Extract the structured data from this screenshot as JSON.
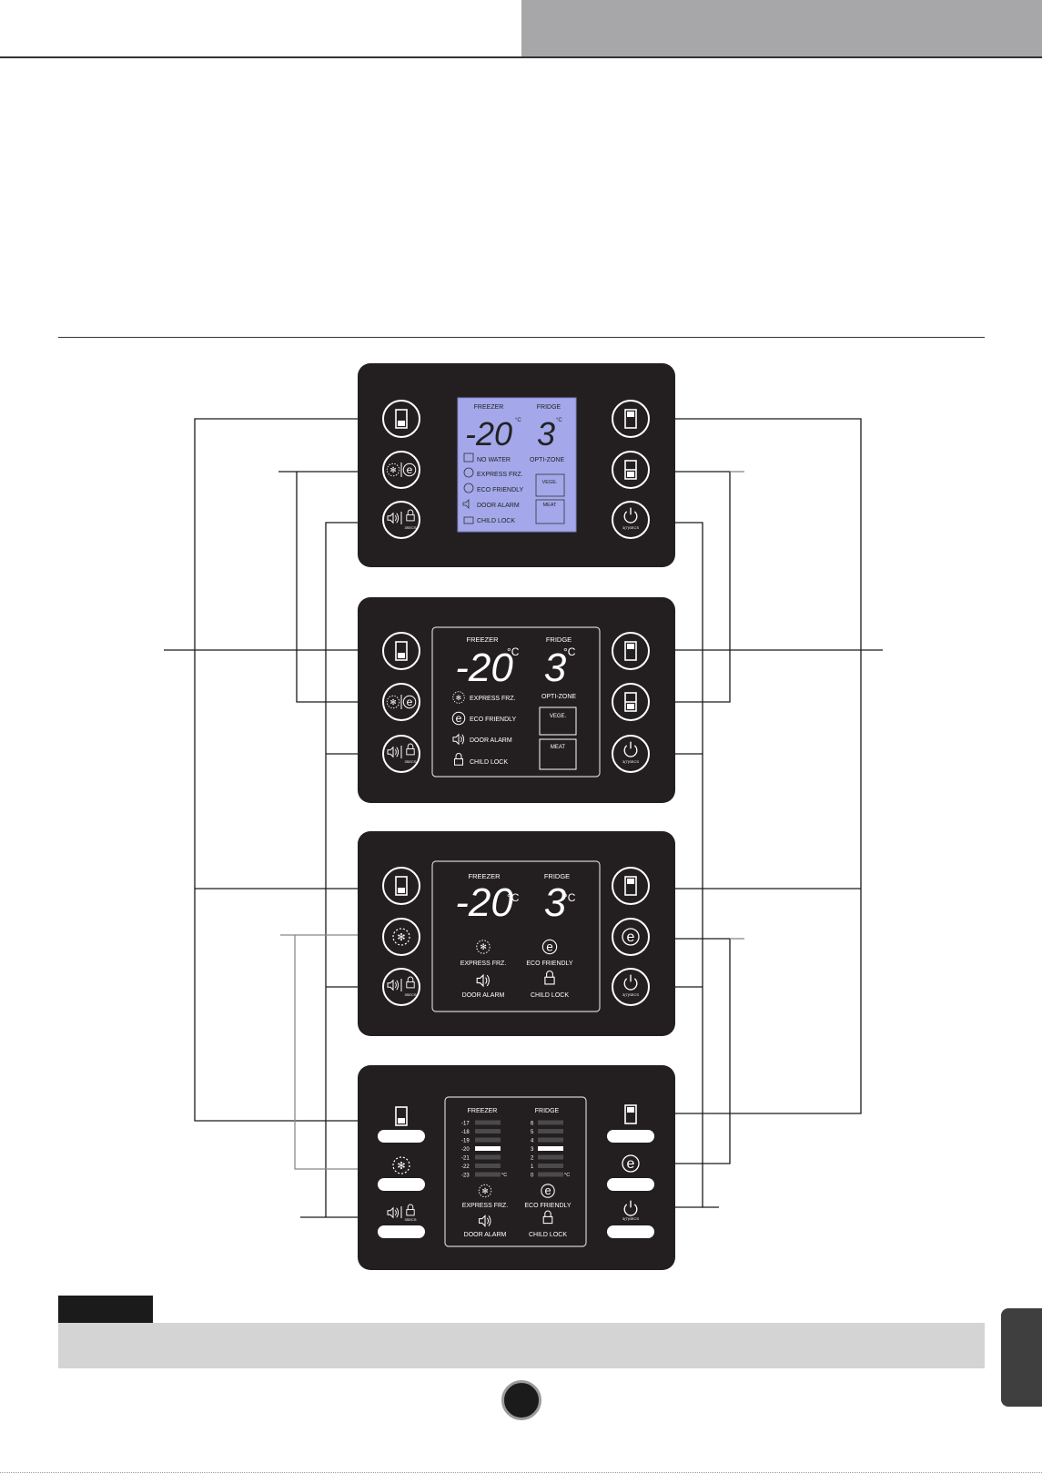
{
  "colors": {
    "panel": "#231f20",
    "lcd_blue": "#a4a8ea",
    "lcd_dark_border": "#d0d0d0",
    "header_grey": "#a7a7a9",
    "note_bar": "#d4d4d4"
  },
  "panel1": {
    "freezer_label": "FREEZER",
    "fridge_label": "FRIDGE",
    "freezer_temp": "-20",
    "fridge_temp": "3",
    "unit": "°C",
    "no_water": "NO WATER",
    "express_frz": "EXPRESS FRZ.",
    "eco_friendly": "ECO FRIENDLY",
    "door_alarm": "DOOR ALARM",
    "child_lock": "CHILD LOCK",
    "opti_zone": "OPTI-ZONE",
    "vege": "VEGE.",
    "meat": "MEAT",
    "lock_secs": "3SECS",
    "power_secs": "3(7)SECS"
  },
  "panel2": {
    "freezer_label": "FREEZER",
    "fridge_label": "FRIDGE",
    "freezer_temp": "-20",
    "fridge_temp": "3",
    "unit": "°C",
    "express_frz": "EXPRESS FRZ.",
    "eco_friendly": "ECO FRIENDLY",
    "door_alarm": "DOOR ALARM",
    "child_lock": "CHILD LOCK",
    "opti_zone": "OPTI-ZONE",
    "vege": "VEGE.",
    "meat": "MEAT",
    "lock_secs": "3SECS",
    "power_secs": "3(7)SECS"
  },
  "panel3": {
    "freezer_label": "FREEZER",
    "fridge_label": "FRIDGE",
    "freezer_temp": "-20",
    "fridge_temp": "3",
    "unit": "°C",
    "express_frz": "EXPRESS FRZ.",
    "eco_friendly": "ECO FRIENDLY",
    "door_alarm": "DOOR ALARM",
    "child_lock": "CHILD LOCK",
    "lock_secs": "3SECS",
    "power_secs": "3(7)SECS"
  },
  "panel4": {
    "freezer_label": "FREEZER",
    "fridge_label": "FRIDGE",
    "freezer_levels": [
      "-17",
      "-18",
      "-19",
      "-20",
      "-21",
      "-22",
      "-23"
    ],
    "fridge_levels": [
      "6",
      "5",
      "4",
      "3",
      "2",
      "1",
      "0"
    ],
    "freezer_selected": "-20",
    "fridge_selected": "3",
    "unit": "°C",
    "express_frz": "EXPRESS FRZ.",
    "eco_friendly": "ECO FRIENDLY",
    "door_alarm": "DOOR ALARM",
    "child_lock": "CHILD LOCK",
    "lock_secs": "3SECS",
    "power_secs": "3(7)SECS"
  }
}
